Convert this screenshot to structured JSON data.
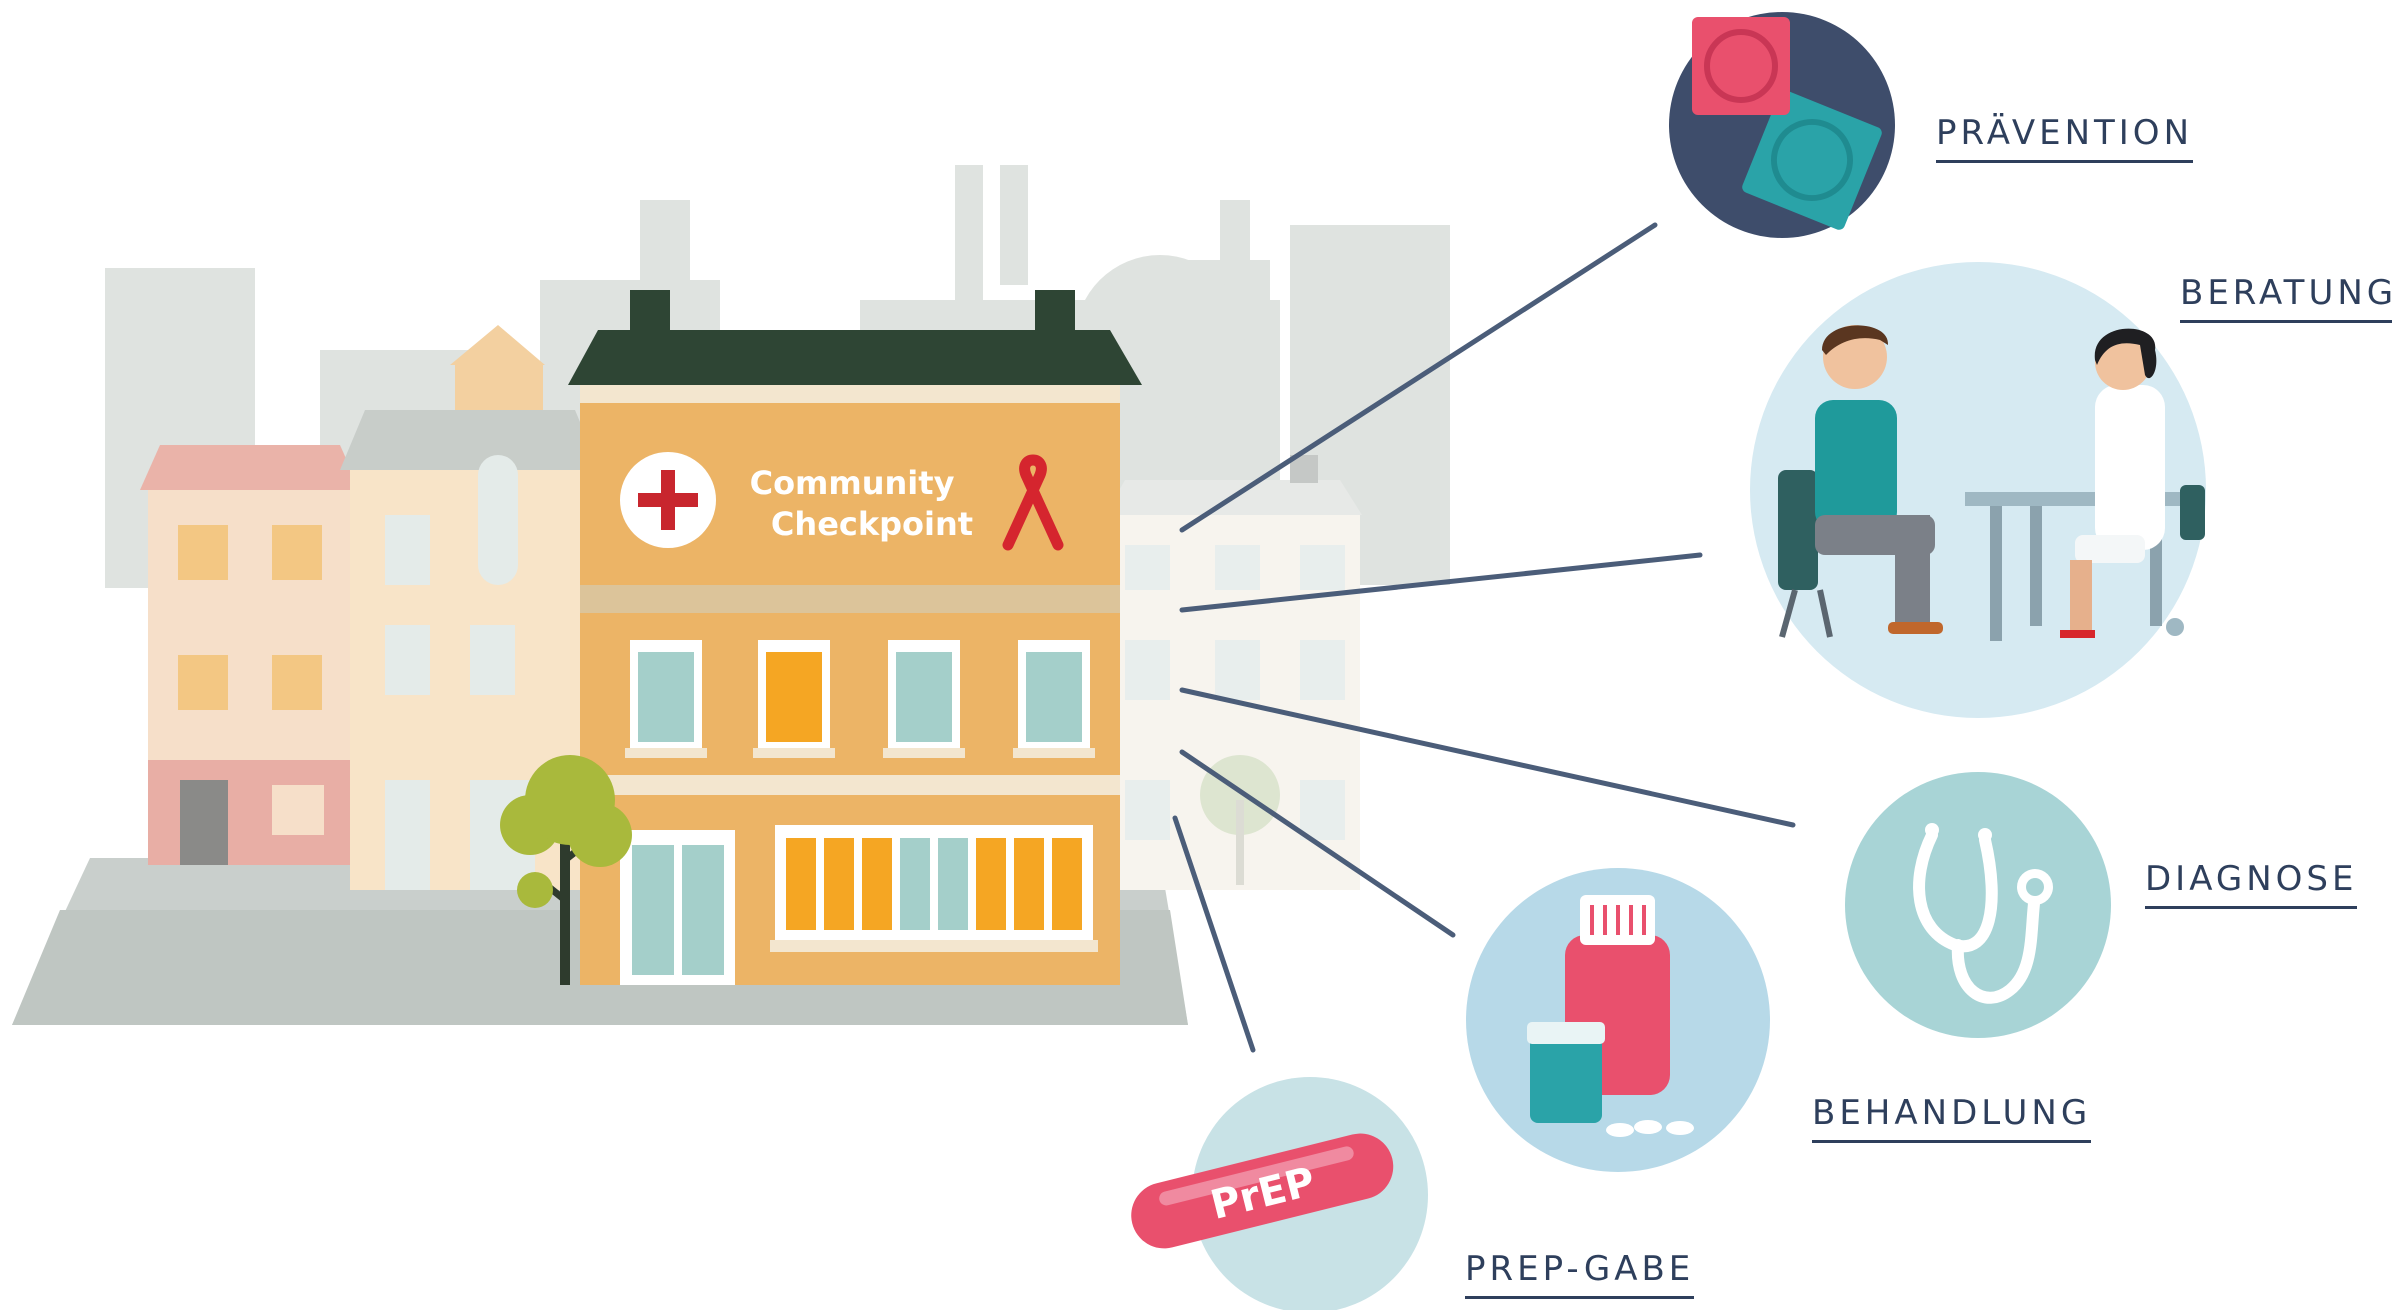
{
  "building": {
    "sign_line1": "Community",
    "sign_line2": "Checkpoint"
  },
  "pill_text": "PrEP",
  "services": {
    "praevention": "PRÄVENTION",
    "beratung": "BERATUNG",
    "diagnose": "DIAGNOSE",
    "behandlung": "BEHANDLUNG",
    "prep_gabe": "PREP-GABE"
  },
  "colors": {
    "navy": "#3e4d6b",
    "line": "#4b5d79",
    "building_orange": "#ecb466",
    "roof": "#2e4534",
    "ribbon": "#d5252e",
    "cross": "#c8262e",
    "condom_red": "#e9506d",
    "condom_teal": "#2aa3a8",
    "circle_blue": "#d6eaf2",
    "circle_teal": "#a8d4d6"
  },
  "icons": [
    "condom-icon",
    "consultation-icon",
    "stethoscope-icon",
    "medicine-bottle-icon",
    "prep-pill-icon",
    "red-ribbon-icon",
    "red-cross-icon"
  ]
}
